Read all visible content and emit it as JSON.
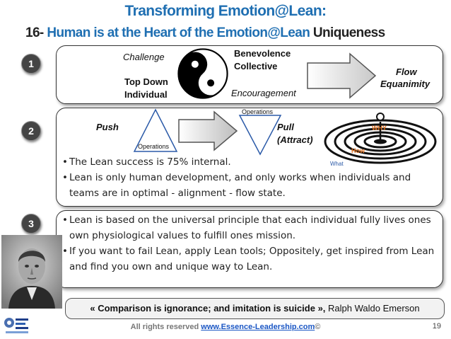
{
  "title": {
    "line1": "Transforming Emotion@Lean:",
    "number": "16-",
    "line2_colored": " Human is at the Heart of the Emotion@Lean",
    "line2_dark": " Uniqueness"
  },
  "badges": [
    "1",
    "2",
    "3"
  ],
  "panel1": {
    "challenge": "Challenge",
    "top_down": "Top Down",
    "individual": "Individual",
    "benevolence": "Benevolence",
    "collective": "Collective",
    "encouragement": "Encouragement",
    "flow": "Flow",
    "equanimity": "Equanimity",
    "icon": "yin-yang-icon"
  },
  "panel2": {
    "push": "Push",
    "operations_left": "Operations",
    "operations_right": "Operations",
    "pull": "Pull",
    "attract": "(Attract)",
    "why": "WHY",
    "how": "How",
    "what": "What",
    "bullets": [
      "The Lean success is 75% internal.",
      "Lean is only human development, and only works when individuals and teams are in optimal - alignment - flow state."
    ]
  },
  "panel3": {
    "bullets": [
      "Lean is based on the universal principle that each individual fully lives ones own physiological values to fulfill ones mission.",
      "If you want to fail Lean, apply Lean tools; Oppositely, get inspired from Lean and find you own and unique way to Lean."
    ]
  },
  "quote": {
    "text": "« Comparison is ignorance; and imitation is suicide »,",
    "author": " Ralph Waldo Emerson"
  },
  "footer": {
    "prefix": "All rights reserved ",
    "link": "www.Essence-Leadership.com",
    "suffix": "©",
    "page": "19"
  },
  "colors": {
    "title_blue": "#1f6fb2",
    "why_orange": "#e07020",
    "how_orange": "#e07020",
    "link_blue": "#1a56c4"
  }
}
